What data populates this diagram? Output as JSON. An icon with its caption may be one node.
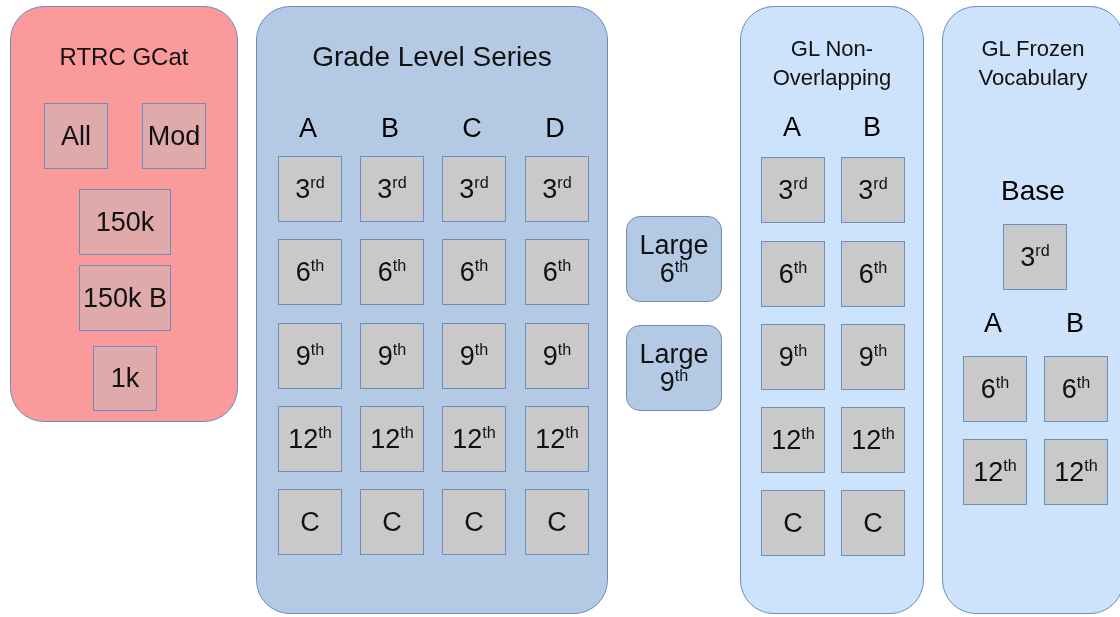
{
  "diagram": {
    "nodes": [
      {
        "text": [
          "RTRC GCat"
        ]
      },
      {
        "text": [
          "All"
        ],
        "in": 0
      },
      {
        "text": [
          "Mod"
        ],
        "in": 0
      },
      {
        "text": [
          "150k"
        ],
        "in": 0
      },
      {
        "text": [
          "150k B"
        ],
        "in": 0
      },
      {
        "text": [
          "1k"
        ],
        "in": 0
      },
      {
        "text": [
          "Grade Level Series"
        ]
      },
      {
        "text": [
          "3$^{rd}$"
        ],
        "in": 6
      },
      {
        "text": [
          "3$^{rd}$"
        ],
        "in": 6
      },
      {
        "text": [
          "3$^{rd}$"
        ],
        "in": 6
      },
      {
        "text": [
          "3$^{rd}$"
        ],
        "in": 6
      },
      {
        "text": [
          "6$^{th}$"
        ],
        "in": 6
      },
      {
        "text": [
          "6$^{th}$"
        ],
        "in": 6
      },
      {
        "text": [
          "6$^{th}$"
        ],
        "in": 6
      },
      {
        "text": [
          "6$^{th}$"
        ],
        "in": 6
      },
      {
        "text": [
          "9$^{th}$"
        ],
        "in": 6
      },
      {
        "text": [
          "9$^{th}$"
        ],
        "in": 6
      },
      {
        "text": [
          "9$^{th}$"
        ],
        "in": 6
      },
      {
        "text": [
          "9$^{th}$"
        ],
        "in": 6
      },
      {
        "text": [
          "12$^{th}$"
        ],
        "in": 6
      },
      {
        "text": [
          "12$^{th}$"
        ],
        "in": 6
      },
      {
        "text": [
          "12$^{th}$"
        ],
        "in": 6
      },
      {
        "text": [
          "12$^{th}$"
        ],
        "in": 6
      },
      {
        "text": [
          "C"
        ],
        "in": 6
      },
      {
        "text": [
          "C"
        ],
        "in": 6
      },
      {
        "text": [
          "C"
        ],
        "in": 6
      },
      {
        "text": [
          "C"
        ],
        "in": 6
      },
      {
        "text": [
          "Large 6$^{th}$"
        ]
      },
      {
        "text": [
          "Large 9$^{th}$"
        ]
      },
      {
        "text": [
          "GL Non-Overlapping"
        ]
      },
      {
        "text": [
          "3$^{rd}$"
        ],
        "in": 29
      },
      {
        "text": [
          "3$^{rd}$"
        ],
        "in": 29
      },
      {
        "text": [
          "6$^{th}$"
        ],
        "in": 29
      },
      {
        "text": [
          "6$^{th}$"
        ],
        "in": 29
      },
      {
        "text": [
          "9$^{th}$"
        ],
        "in": 29
      },
      {
        "text": [
          "9$^{th}$"
        ],
        "in": 29
      },
      {
        "text": [
          "12$^{th}$"
        ],
        "in": 29
      },
      {
        "text": [
          "12$^{th}$"
        ],
        "in": 29
      },
      {
        "text": [
          "C"
        ],
        "in": 29
      },
      {
        "text": [
          "C"
        ],
        "in": 29
      },
      {
        "text": [
          "GL Frozen Vocabulary"
        ]
      },
      {
        "text": [
          "3$^{rd}$"
        ],
        "in": 40
      },
      {
        "text": [
          "6$^{th}$"
        ],
        "in": 40
      },
      {
        "text": [
          "6$^{th}$"
        ],
        "in": 40
      },
      {
        "text": [
          "12$^{th}$"
        ],
        "in": 40
      },
      {
        "text": [
          "12$^{th}$"
        ],
        "in": 40
      }
    ],
    "edges": [],
    "labels": [
      "A",
      "B",
      "C",
      "D",
      "A",
      "B",
      "Base",
      "A",
      "B"
    ]
  }
}
